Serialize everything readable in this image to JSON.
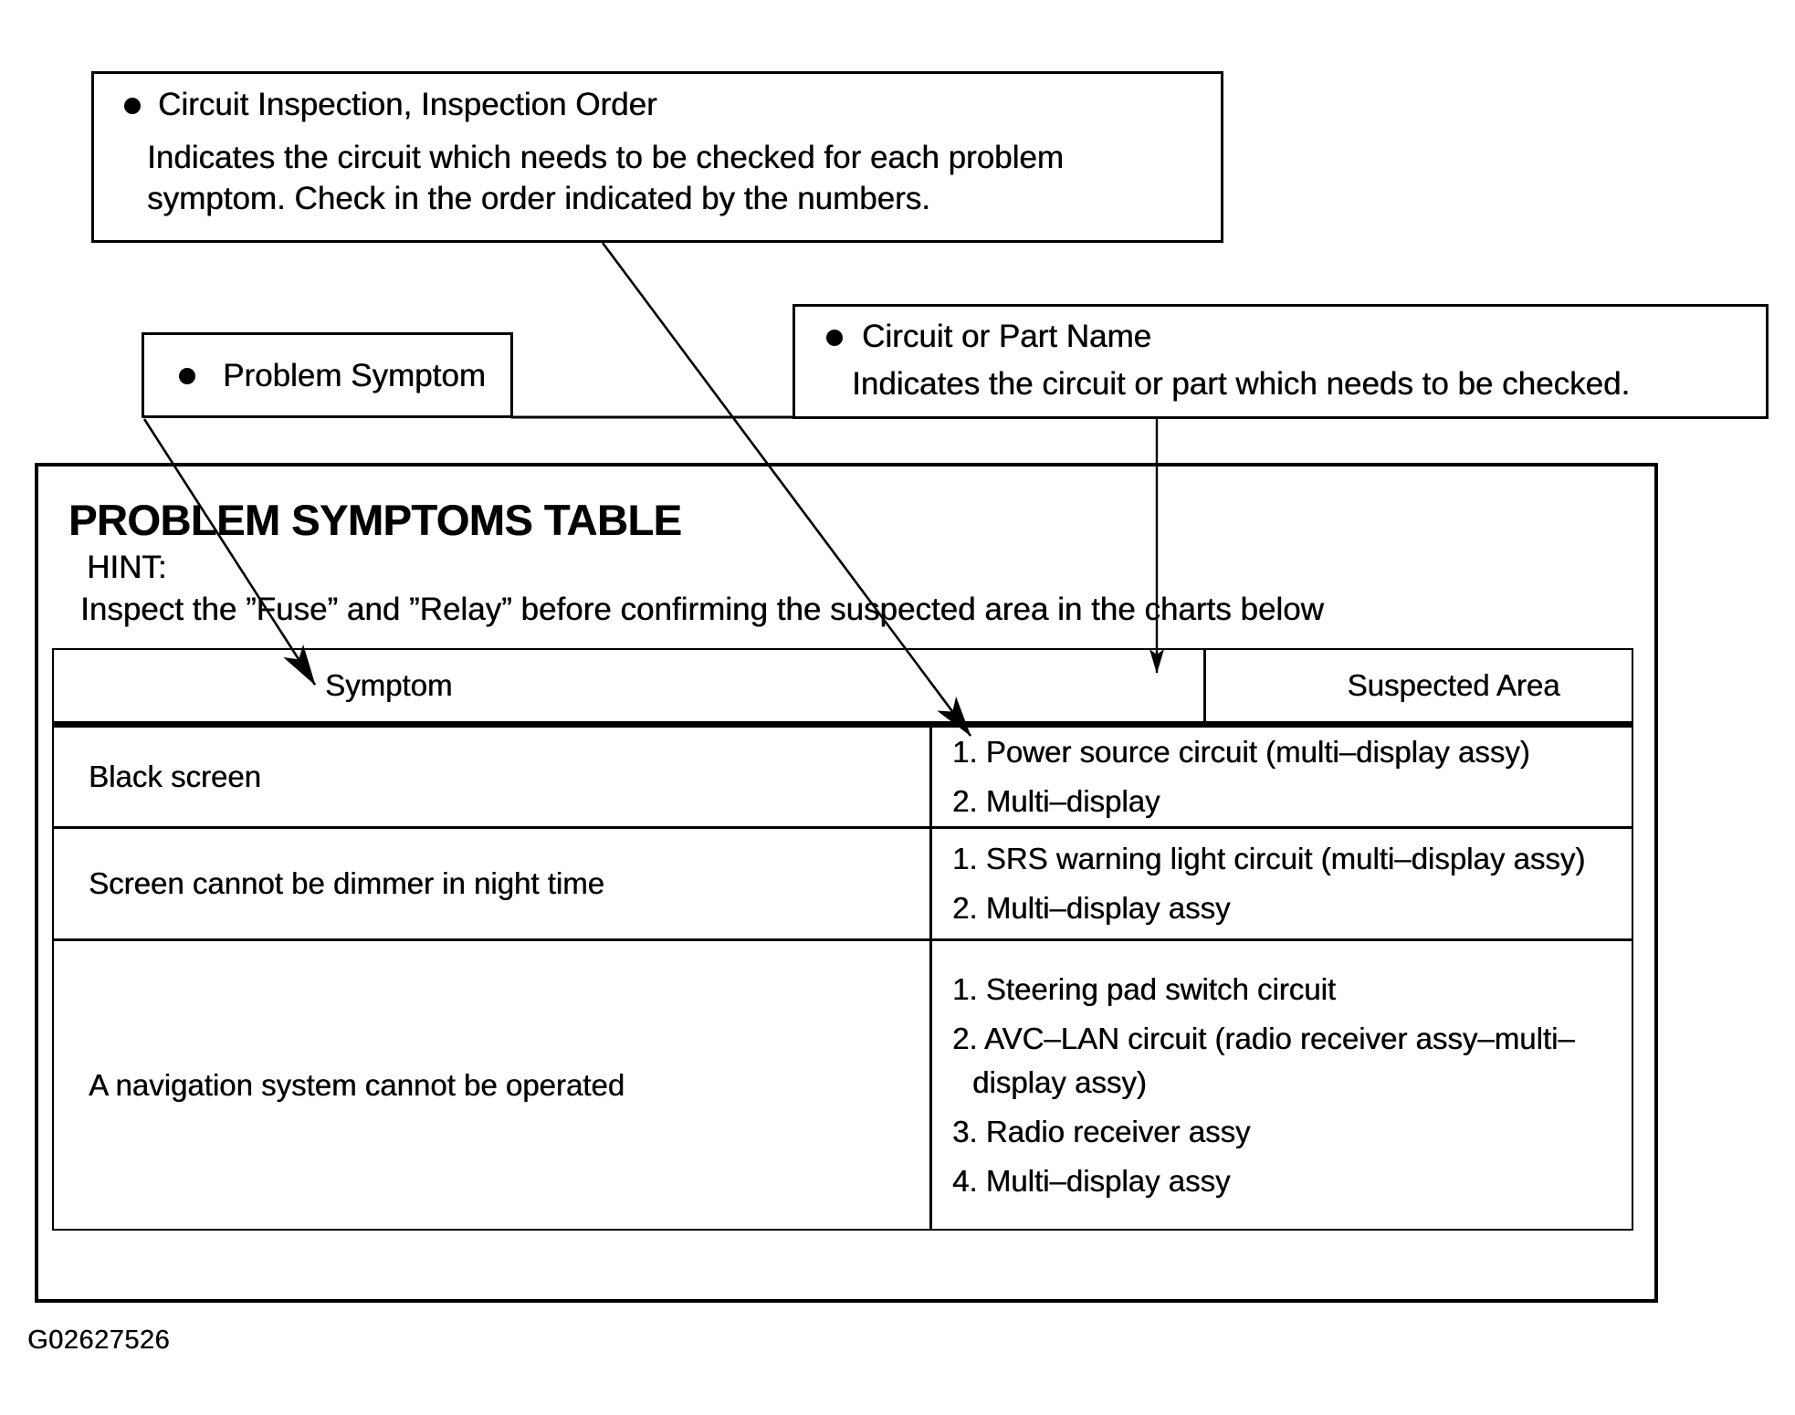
{
  "callouts": {
    "circuit_inspection": {
      "title": "Circuit Inspection, Inspection Order",
      "description": "Indicates the circuit which needs to be checked for each problem symptom. Check in the order indicated by the numbers."
    },
    "problem_symptom": {
      "title": "Problem Symptom"
    },
    "circuit_or_part": {
      "title": "Circuit or Part Name",
      "description": "Indicates the circuit or part which needs to be checked."
    }
  },
  "main": {
    "title": "PROBLEM SYMPTOMS TABLE",
    "hint_label": "HINT:",
    "hint_text": "Inspect the ”Fuse” and ”Relay” before confirming the suspected area in the charts below",
    "table": {
      "headers": {
        "symptom": "Symptom",
        "suspected_area": "Suspected Area"
      },
      "rows": [
        {
          "symptom": "Black screen",
          "suspected": [
            "1. Power source circuit (multi–display assy)",
            "2. Multi–display"
          ]
        },
        {
          "symptom": "Screen cannot be dimmer in night time",
          "suspected": [
            "1. SRS warning light circuit (multi–display assy)",
            "2. Multi–display assy"
          ]
        },
        {
          "symptom": "A navigation system cannot be operated",
          "suspected": [
            "1. Steering pad switch circuit",
            "2. AVC–LAN circuit (radio receiver assy–multi–display assy)",
            "3. Radio receiver assy",
            "4. Multi–display assy"
          ]
        }
      ]
    }
  },
  "footer": {
    "figure_id": "G02627526"
  },
  "colors": {
    "ink": "#000000",
    "paper": "#ffffff"
  }
}
